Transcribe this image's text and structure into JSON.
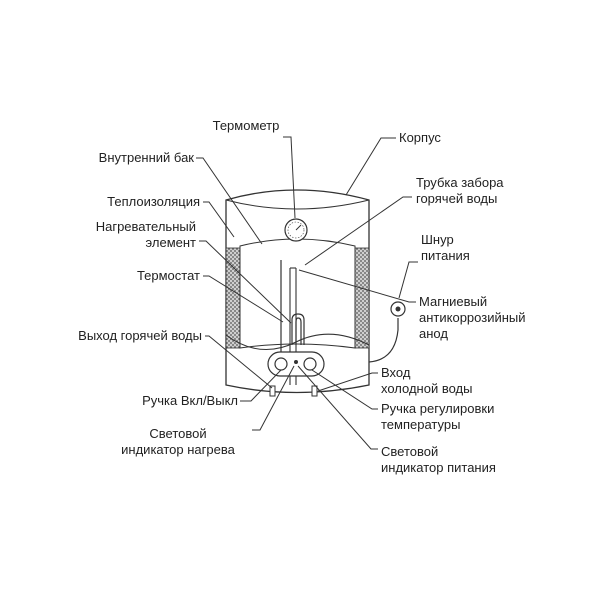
{
  "diagram": {
    "labels": {
      "thermometer": "Термометр",
      "body": "Корпус",
      "inner_tank": "Внутренний бак",
      "hot_water_pipe": "Трубка забора\nгорячей воды",
      "insulation": "Теплоизоляция",
      "heating_element": "Нагревательный\nэлемент",
      "power_cord": "Шнур\nпитания",
      "thermostat": "Термостат",
      "anode": "Магниевый\nантикоррозийный\nанод",
      "hot_water_outlet": "Выход горячей воды",
      "cold_water_inlet": "Вход\nхолодной воды",
      "power_switch": "Ручка Вкл/Выкл",
      "temp_knob": "Ручка регулировки\nтемпературы",
      "heating_indicator": "Световой\nиндикатор нагрева",
      "power_indicator": "Световой\nиндикатор питания"
    },
    "colors": {
      "line": "#333333",
      "insulation_fill": "#bdbdbd",
      "background": "#ffffff"
    }
  }
}
